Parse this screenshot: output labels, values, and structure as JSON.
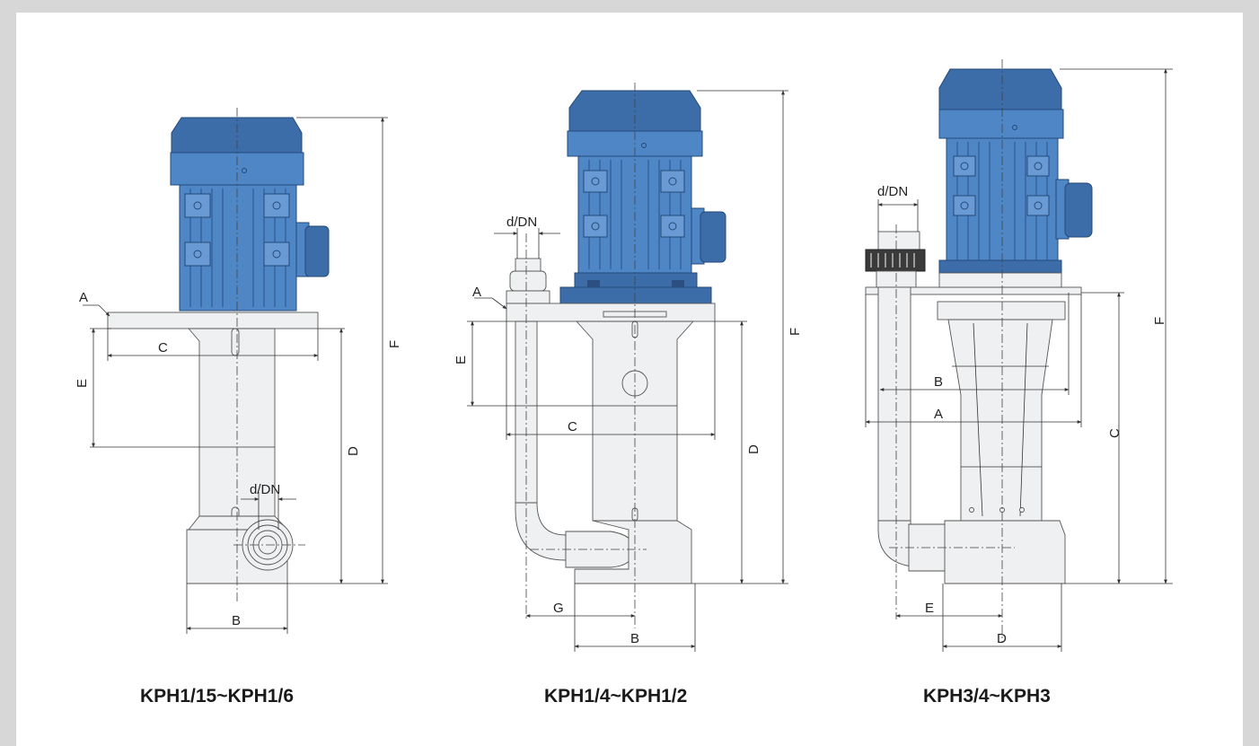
{
  "pumps": [
    {
      "caption": "KPH1/15~KPH1/6",
      "dims": {
        "a": "A",
        "b": "B",
        "c": "C",
        "d": "D",
        "e": "E",
        "f": "F",
        "dn": "d/DN"
      }
    },
    {
      "caption": "KPH1/4~KPH1/2",
      "dims": {
        "a": "A",
        "b": "B",
        "c": "C",
        "d": "D",
        "e": "E",
        "f": "F",
        "g": "G",
        "dn": "d/DN"
      }
    },
    {
      "caption": "KPH3/4~KPH3",
      "dims": {
        "a": "A",
        "b": "B",
        "c": "C",
        "d": "D",
        "e": "E",
        "f": "F",
        "dn": "d/DN"
      }
    }
  ],
  "colors": {
    "motor": "#4f86c6",
    "body": "#eef0f1",
    "frame_bg": "#d7d7d7"
  }
}
